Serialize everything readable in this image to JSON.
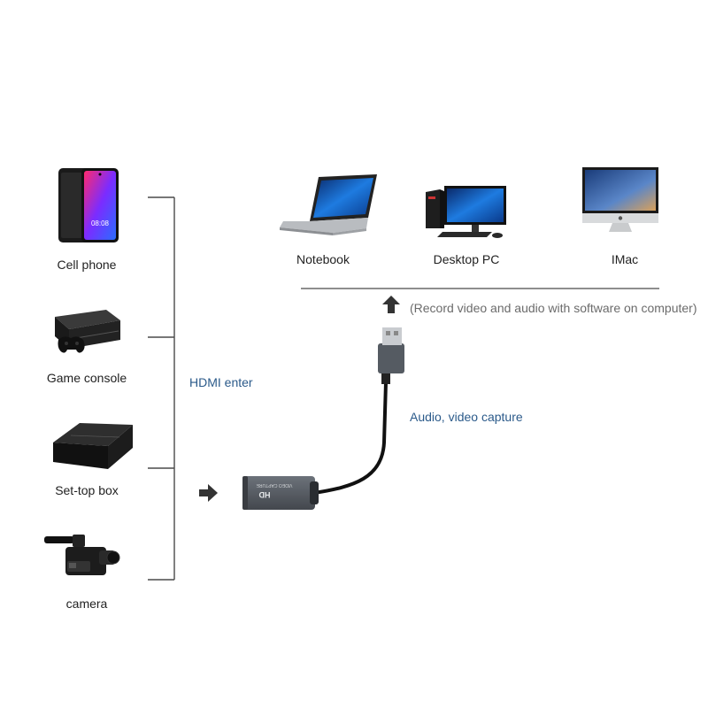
{
  "sources": [
    {
      "label": "Cell phone",
      "icon": "cell-phone-icon"
    },
    {
      "label": "Game console",
      "icon": "game-console-icon"
    },
    {
      "label": "Set-top box",
      "icon": "set-top-box-icon"
    },
    {
      "label": "camera",
      "icon": "camera-icon"
    }
  ],
  "phone_screen_time": "08:08",
  "hdmi_label": "HDMI enter",
  "capture_label": "Audio, video capture",
  "record_note": "(Record video and audio with software on computer)",
  "targets": [
    {
      "label": "Notebook",
      "icon": "notebook-icon"
    },
    {
      "label": "Desktop PC",
      "icon": "desktop-pc-icon"
    },
    {
      "label": "IMac",
      "icon": "imac-icon"
    }
  ],
  "device_text": "VIDEO CAPTURE",
  "device_logo": "HD",
  "colors": {
    "accent_text": "#2b5a8a",
    "line": "#4a4a4a",
    "device": "#5a5f66"
  }
}
